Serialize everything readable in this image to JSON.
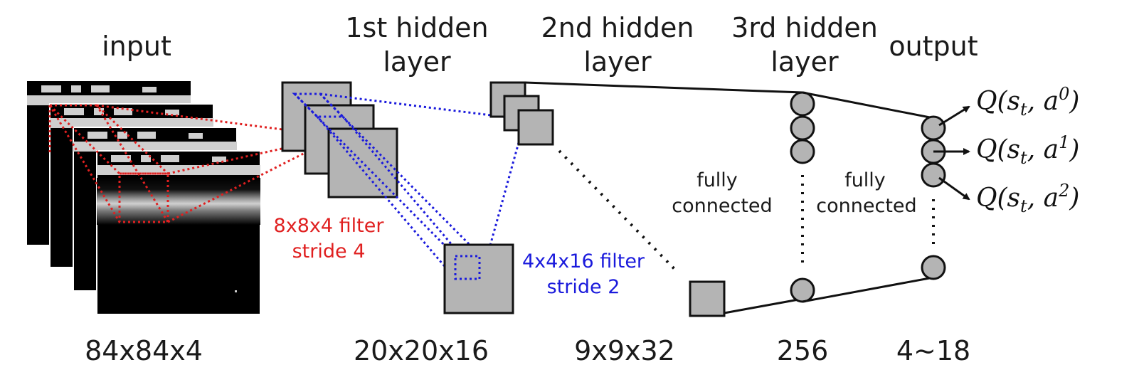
{
  "headers": {
    "input": "input",
    "hidden1": [
      "1st hidden",
      "layer"
    ],
    "hidden2": [
      "2nd hidden",
      "layer"
    ],
    "hidden3": [
      "3rd hidden",
      "layer"
    ],
    "output": "output"
  },
  "dimensions": {
    "input": "84x84x4",
    "hidden1": "20x20x16",
    "hidden2": "9x9x32",
    "hidden3": "256",
    "output": "4~18"
  },
  "filters": {
    "conv1": [
      "8x8x4 filter",
      "stride 4"
    ],
    "conv2": [
      "4x4x16 filter",
      "stride 2"
    ]
  },
  "connections": {
    "fc1": [
      "fully",
      "connected"
    ],
    "fc2": [
      "fully",
      "connected"
    ]
  },
  "outputs": [
    {
      "q": "Q(s",
      "sub": "t",
      "sep": ", a",
      "sup": "0",
      "end": ")"
    },
    {
      "q": "Q(s",
      "sub": "t",
      "sep": ", a",
      "sup": "1",
      "end": ")"
    },
    {
      "q": "Q(s",
      "sub": "t",
      "sep": ", a",
      "sup": "2",
      "end": ")"
    }
  ],
  "colors": {
    "conv1_filter": "#e02020",
    "conv2_filter": "#1a1adc",
    "feature_map_fill": "#b4b4b4"
  }
}
